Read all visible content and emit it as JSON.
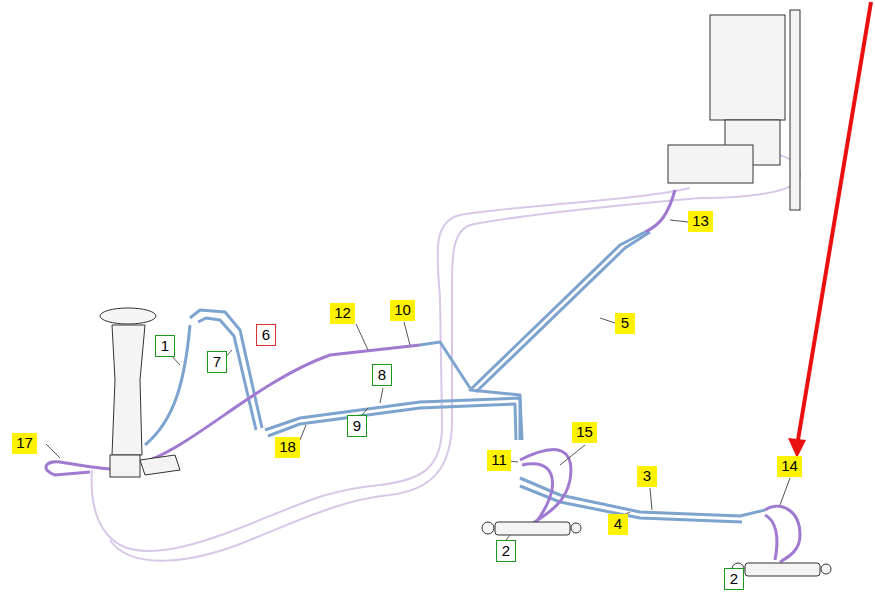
{
  "diagram": {
    "nodes": [
      {
        "text": [
          "13"
        ]
      },
      {
        "text": [
          "12"
        ]
      },
      {
        "text": [
          "10"
        ]
      },
      {
        "text": [
          "5"
        ]
      },
      {
        "text": [
          "6"
        ]
      },
      {
        "text": [
          "1"
        ]
      },
      {
        "text": [
          "7"
        ]
      },
      {
        "text": [
          "8"
        ]
      },
      {
        "text": [
          "9"
        ]
      },
      {
        "text": [
          "15"
        ]
      },
      {
        "text": [
          "17"
        ]
      },
      {
        "text": [
          "18"
        ]
      },
      {
        "text": [
          "11"
        ]
      },
      {
        "text": [
          "14"
        ]
      },
      {
        "text": [
          "3"
        ]
      },
      {
        "text": [
          "4"
        ]
      },
      {
        "text": [
          "2"
        ]
      },
      {
        "text": [
          "2"
        ]
      }
    ]
  }
}
